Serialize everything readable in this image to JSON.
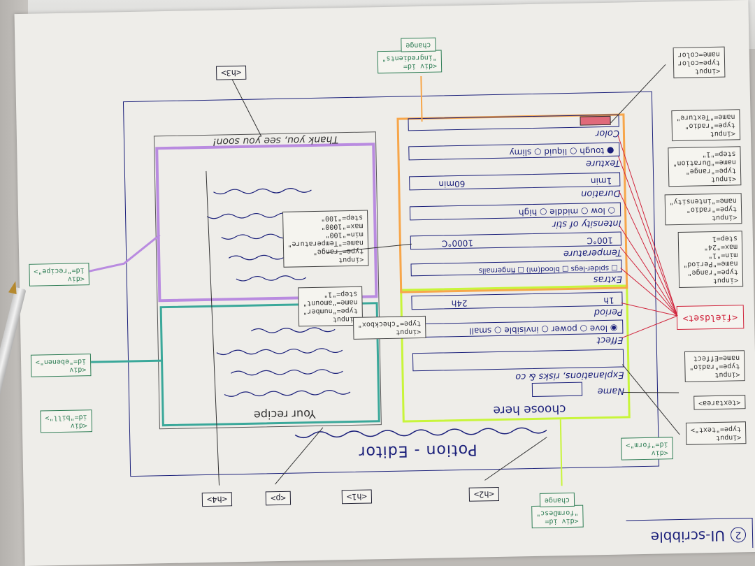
{
  "sketch": {
    "badge": "UI-scribble",
    "badge_num": "2",
    "main_title": "Potion - Editor",
    "left_heading": "choose here",
    "right_heading": "Your recipe",
    "thanks": "Thank you, see you soon!",
    "fields": {
      "name": "Name",
      "explanations": "Explanations, risks & co",
      "effect": "Effect",
      "effect_options": "◉ love  ○ power  ○ invisible  ○ small",
      "period": "Period",
      "period_min": "1h",
      "period_max": "24h",
      "extras": "Extras",
      "extras_options": "□ spider-legs □ blood(ml) □ fingernails",
      "temperature": "Temperature",
      "temp_min": "100°C",
      "temp_max": "1000°C",
      "intensity": "Intensity of stir",
      "intensity_options": "○ low  ○ middle  ○ high",
      "duration": "Duration",
      "dur_min": "1min",
      "dur_max": "60min",
      "texture": "Texture",
      "texture_options": "● tough  ○ liquid  ○ slimy",
      "color": "Color"
    },
    "tags": {
      "h1_title": "<h1>",
      "p": "<p>",
      "h4": "<h4>",
      "h2_choose": "<h2>",
      "h3": "<h3>",
      "div_recipe": "<div\nid=\"recipe\">",
      "div_ebenen": "<div\nid=\"ebenen\">",
      "div_bill": "<div\nid=\"bill\">",
      "div_form": "<div\nid=\"form\">",
      "div_formdesc": "<div id=\n\"formDesc\"",
      "div_ingredients": "<div id=\n\"ingredients\"",
      "change": "change",
      "input_color": "<input\ntype=color\nname=color",
      "input_texture": "<input\ntype=\"radio\"\nname=\"Texture\"",
      "input_duration": "<input\ntype=\"range\"\nname=\"Duration\"\nstep=\"1\"",
      "input_intensity": "<input\ntype=\"radio\"\nname=\"intensity\"",
      "input_period": "<input\ntype=\"range\"\nname=\"Period\"\nmin=\"1\"\nmax=\"24\"\nstep=1",
      "fieldset": "<fieldset>",
      "input_effect": "<input\ntype=\"radio\"\nname=Effect",
      "textarea": "<textarea>",
      "input_text": "<input\ntype=\"text\">",
      "input_temp": "<input\ntype=\"range\"\nname=\"Temperature\"\nmin=\"100\"\nmax=\"1000\"\nstep=\"100\"",
      "input_number": "<input\ntype=\"number\"\nname=\"amount\"\nstep=\"1\"",
      "input_checkbox": "<input\ntype=\"checkbox\""
    }
  },
  "colors": {
    "ink": "#1a1f7a",
    "orange": "#f7a64a",
    "lime": "#c8f53a",
    "purple": "#b98be0",
    "teal": "#3aa89a",
    "red": "#d0243c",
    "green": "#2e7d55"
  }
}
